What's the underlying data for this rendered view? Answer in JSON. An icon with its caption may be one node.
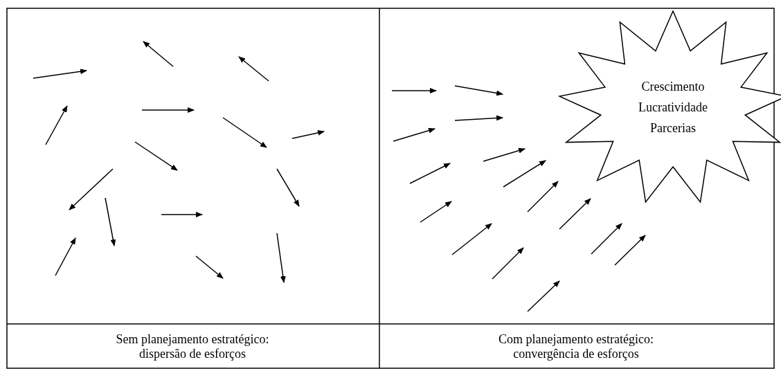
{
  "diagram": {
    "nodes": [
      {
        "text": [
          "Crescimento",
          "Lucratividade",
          "Parcerias"
        ]
      }
    ],
    "labels": [
      "Sem planejamento estratégico: dispersão de esforços",
      "Com planejamento estratégico: convergência de esforços"
    ]
  }
}
